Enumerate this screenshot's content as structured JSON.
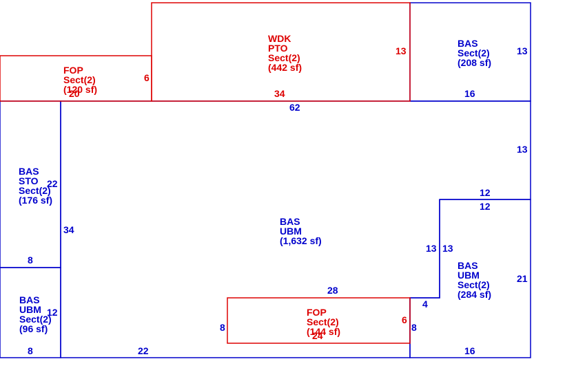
{
  "colors": {
    "blue": "#0000cc",
    "red": "#dd0000"
  },
  "areas": {
    "wdk": [
      "WDK",
      "PTO",
      "Sect(2)",
      "(442 sf)"
    ],
    "fop_top": [
      "FOP",
      "Sect(2)",
      "(120 sf)"
    ],
    "bas_top_right": [
      "BAS",
      "Sect(2)",
      "(208 sf)"
    ],
    "bas_sto": [
      "BAS",
      "STO",
      "Sect(2)",
      "(176 sf)"
    ],
    "bas_main": [
      "BAS",
      "UBM",
      "(1,632 sf)"
    ],
    "bas_right": [
      "BAS",
      "UBM",
      "Sect(2)",
      "(284 sf)"
    ],
    "bas_left_bottom": [
      "BAS",
      "UBM",
      "Sect(2)",
      "(96 sf)"
    ],
    "fop_bottom": [
      "FOP",
      "Sect(2)",
      "(144 sf)"
    ]
  },
  "dims": {
    "wdk_top_right": "13",
    "wdk_bottom": "34",
    "fop_top_right": "6",
    "fop_top_bottom": "20",
    "bas_tr_right": "13",
    "bas_tr_bottom": "16",
    "main_top": "62",
    "main_right_upper": "13",
    "step_top": "12",
    "step_inner": "12",
    "sto_right": "22",
    "main_left": "34",
    "sto_bottom": "8",
    "right_left_a": "13",
    "right_left_b": "13",
    "right_right": "21",
    "fopb_top": "28",
    "fopb_right": "6",
    "fopb_left": "8",
    "fopb_bottom": "24",
    "notch": "4",
    "notch_down": "8",
    "lb_right": "12",
    "lb_bottom": "8",
    "main_bottom": "22",
    "right_bottom": "16"
  }
}
